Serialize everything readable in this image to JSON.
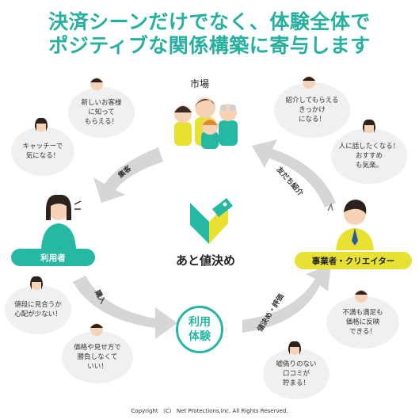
{
  "title": {
    "line1": "決済シーンだけでなく、体験全体で",
    "line2": "ポジティブな関係構築に寄与します"
  },
  "nodes": {
    "market_label": "市場",
    "user_label": "利用者",
    "creator_label": "事業者・クリエイター",
    "center_label": "利用\n体験",
    "brand": "あと値決め"
  },
  "arrows": {
    "attract": "集客",
    "purchase": "購入",
    "pricing_review": "値決め・評価",
    "referral": "友だち紹介"
  },
  "bubbles": {
    "new_customers": "新しいお客様\nに知って\nもらえる！",
    "catchy": "キャッチーで\n気になる！",
    "intro_trigger": "紹介してもらえる\nきっかけ\nになる！",
    "tell_people": "人に話したくなる！\nおすすめ\nも気楽。",
    "worth_price": "値段に見合うか\n心配が少ない！",
    "price_vs_look": "価格や見せ方で\n勝負しなくて\nいい！",
    "feedback": "不満も満足も\n価格に反映\nできる！",
    "reviews": "嘘偽りのない\n口コミが\n貯まる！"
  },
  "footer": {
    "copyright": "Copyright （C） Net Protections,Inc. All Rights Reserved."
  },
  "colors": {
    "title": "#26b09f",
    "user_pill": "#27b8a3",
    "creator_pill": "#e7e035",
    "bubble_bg": "#eef0f1",
    "arrow": "#d6d6d6",
    "brand_teal": "#27b8a3",
    "brand_yellow": "#e9e132"
  }
}
